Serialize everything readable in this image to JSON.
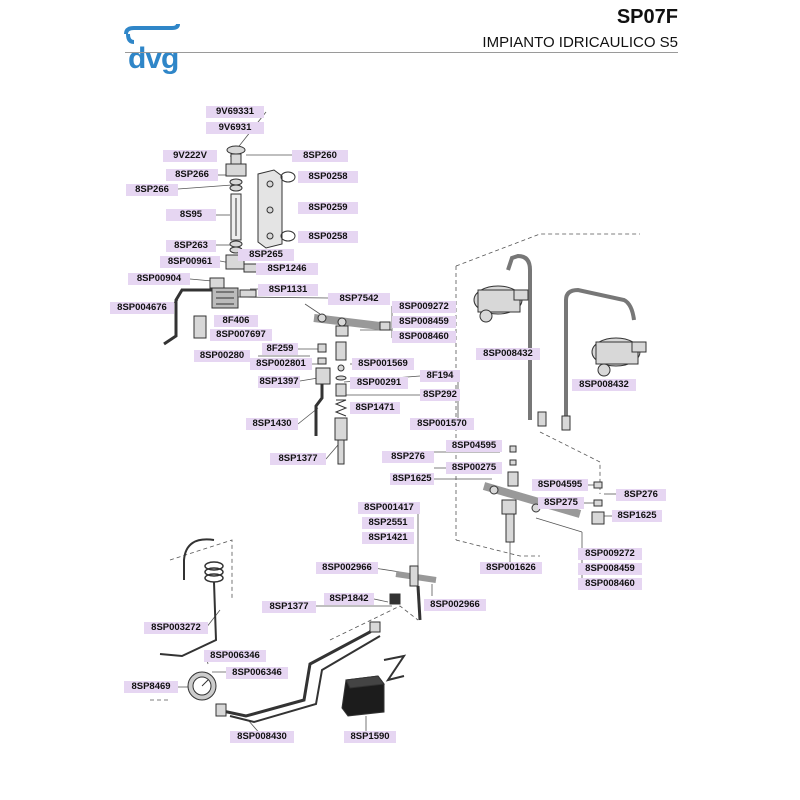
{
  "header": {
    "brand": "dvg",
    "code": "SP07F",
    "subtitle": "IMPIANTO IDRICAULICO S5",
    "brand_color": "#2f86c8",
    "label_bg": "#e6d6f2"
  },
  "labels": [
    "9V69331",
    "9V6931",
    "9V222V",
    "8SP260",
    "8SP266",
    "8SP0258",
    "8SP266",
    "8S95",
    "8SP0259",
    "8SP0258",
    "8SP263",
    "8SP265",
    "8SP00961",
    "8SP1246",
    "8SP00904",
    "8SP1131",
    "8SP004676",
    "8SP7542",
    "8SP009272",
    "8F406",
    "8SP008459",
    "8SP007697",
    "8SP008460",
    "8F259",
    "8SP00280",
    "8SP002801",
    "8SP001569",
    "8SP008432",
    "8F194",
    "8SP1397",
    "8SP00291",
    "8SP008432",
    "8SP292",
    "8SP1471",
    "8SP1430",
    "8SP001570",
    "8SP04595",
    "8SP1377",
    "8SP276",
    "8SP00275",
    "8SP1625",
    "8SP04595",
    "8SP276",
    "8SP275",
    "8SP001417",
    "8SP1625",
    "8SP2551",
    "8SP1421",
    "8SP009272",
    "8SP002966",
    "8SP001626",
    "8SP008459",
    "8SP008460",
    "8SP1842",
    "8SP1377",
    "8SP002966",
    "8SP003272",
    "8SP006346",
    "8SP006346",
    "8SP8469",
    "8SP008430",
    "8SP1590"
  ]
}
